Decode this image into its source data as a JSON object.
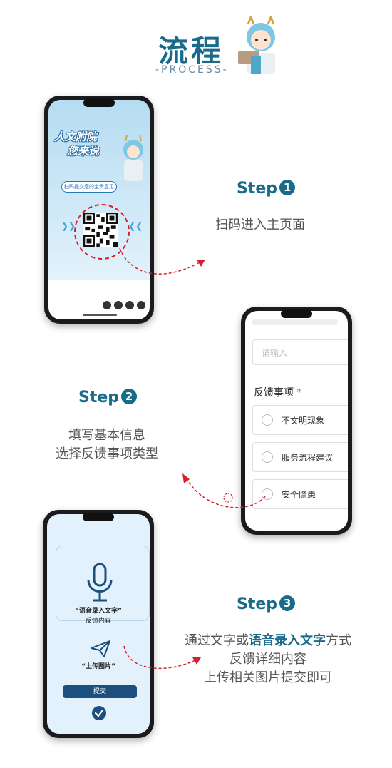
{
  "header": {
    "title": "流程",
    "subtitle": "-PROCESS-"
  },
  "phone1": {
    "banner_title_line1": "人文附院",
    "banner_title_line2": "您来说",
    "pill_text": "扫码提交您的宝贵意见"
  },
  "phone2": {
    "input_placeholder": "请输入",
    "section_label": "反馈事项",
    "required_mark": "*",
    "options": [
      "不文明现象",
      "服务流程建议",
      "安全隐患"
    ]
  },
  "phone3": {
    "voice_label": "“语音录入文字”",
    "voice_sub": "反馈内容",
    "upload_label": "“上传图片”",
    "submit_label": "提交"
  },
  "steps": [
    {
      "label": "Step",
      "number": "1",
      "lines": [
        "扫码进入主页面"
      ]
    },
    {
      "label": "Step",
      "number": "2",
      "lines": [
        "填写基本信息",
        "选择反馈事项类型"
      ]
    },
    {
      "label": "Step",
      "number": "3",
      "line1_pre": "通过文字或",
      "line1_highlight": "语音录入文字",
      "line1_post": "方式",
      "line2": "反馈详细内容",
      "line3": "上传相关图片提交即可"
    }
  ],
  "colors": {
    "accent": "#1a6a8a",
    "dash_red": "#d3202a",
    "submit_blue": "#1b4f7e"
  }
}
